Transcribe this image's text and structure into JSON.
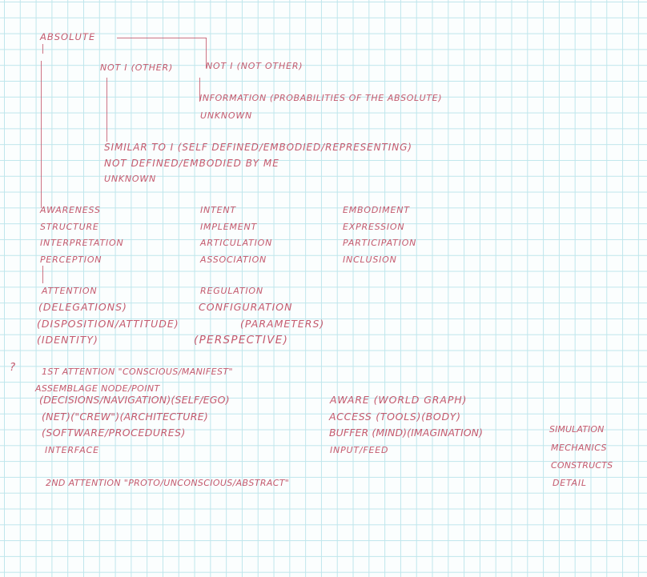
{
  "notes": {
    "absolute": "ABSOLUTE",
    "not_i_other": "NOT I (OTHER)",
    "not_i_not_other": "NOT I (NOT OTHER)",
    "information": "INFORMATION (PROBABILITIES OF THE ABSOLUTE)",
    "unknown_1": "UNKNOWN",
    "similar_to_i": "SIMILAR TO I (SELF DEFINED/EMBODIED/REPRESENTING)",
    "not_defined": "NOT DEFINED/EMBODIED BY ME",
    "unknown_2": "UNKNOWN",
    "col1": [
      "AWARENESS",
      "STRUCTURE",
      "INTERPRETATION",
      "PERCEPTION"
    ],
    "col2": [
      "INTENT",
      "IMPLEMENT",
      "ARTICULATION",
      "ASSOCIATION"
    ],
    "col3": [
      "EMBODIMENT",
      "EXPRESSION",
      "PARTICIPATION",
      "INCLUSION"
    ],
    "attention": "ATTENTION",
    "delegations": "(DELEGATIONS)",
    "disposition": "(DISPOSITION/ATTITUDE)",
    "identity": "(IDENTITY)",
    "regulation": "REGULATION",
    "configuration": "CONFIGURATION",
    "parameters": "(PARAMETERS)",
    "perspective": "(PERSPECTIVE)",
    "question": "?",
    "first_attention": "1ST ATTENTION \"CONSCIOUS/MANIFEST\"",
    "assemblage": "ASSEMBLAGE NODE/POINT",
    "decisions": "(DECISIONS/NAVIGATION)(SELF/EGO)",
    "net_crew": "(NET)(\"CREW\")(ARCHITECTURE)",
    "software": "(SOFTWARE/PROCEDURES)",
    "interface": "INTERFACE",
    "aware": "AWARE (WORLD GRAPH)",
    "access": "ACCESS (TOOLS)(BODY)",
    "buffer": "BUFFER (MIND)(IMAGINATION)",
    "input_feed": "INPUT/FEED",
    "simulation": "SIMULATION",
    "mechanics": "MECHANICS",
    "constructs": "CONSTRUCTS",
    "detail": "DETAIL",
    "second_attention": "2ND ATTENTION \"PROTO/UNCONSCIOUS/ABSTRACT\""
  }
}
